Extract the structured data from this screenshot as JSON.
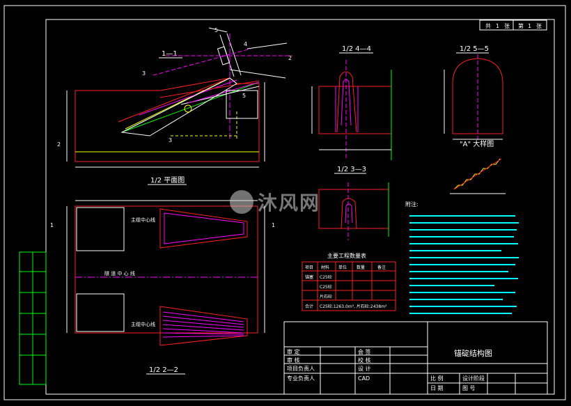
{
  "sheet_counter": {
    "total_label": "共",
    "total_value": "1",
    "total_unit": "张",
    "sheet_label": "第",
    "sheet_value": "1",
    "sheet_unit": "张"
  },
  "views": {
    "section_1_1": "1—1",
    "half_4_4": "1/2 4—4",
    "half_5_5": "1/2 5—5",
    "half_3_3": "1/2 3—3",
    "detail_a": "\"A\" 大样图",
    "half_plan": "1/2 平面图",
    "half_2_2": "1/2 2—2"
  },
  "section_marks": {
    "s5": "5",
    "s4": "4",
    "s3": "3",
    "s2": "2",
    "s1": "1"
  },
  "plan_labels": {
    "centerline": "隧 道 中 心 线",
    "centerline_short": "主缆中心线"
  },
  "quantity_table": {
    "title": "主要工程数量表",
    "headers": [
      "项目",
      "材料",
      "单位",
      "数量",
      "备注"
    ],
    "rows": [
      [
        "锚塞",
        "C25砼",
        "",
        "",
        ""
      ],
      [
        "",
        "C25砼",
        "",
        "",
        ""
      ],
      [
        "",
        "片石砼",
        "",
        "",
        ""
      ]
    ],
    "footer_label": "合计",
    "footer_value": "C25砼:1263.0m³, 片石砼:2438m³"
  },
  "notes": {
    "title": "附注:"
  },
  "title_block": {
    "drawing_title": "锚碇结构图",
    "rows": [
      {
        "label": "审 定",
        "mid": "会 签"
      },
      {
        "label": "审 核",
        "mid": "校 核"
      },
      {
        "label": "项目负责人",
        "mid": "设 计"
      },
      {
        "label": "专业负责人",
        "mid": "CAD"
      }
    ],
    "scale_label": "比 例",
    "date_label": "日 期",
    "drawing_no_label": "图 号",
    "phase_label": "设计阶段"
  },
  "watermark": {
    "text": "沐风网"
  },
  "colors": {
    "frame": "#ffffff",
    "cad_green": "#00ff00",
    "cad_red": "#ff2020",
    "cad_magenta": "#ff00ff",
    "cad_cyan": "#00ffff",
    "cad_yellow": "#ffff00"
  }
}
